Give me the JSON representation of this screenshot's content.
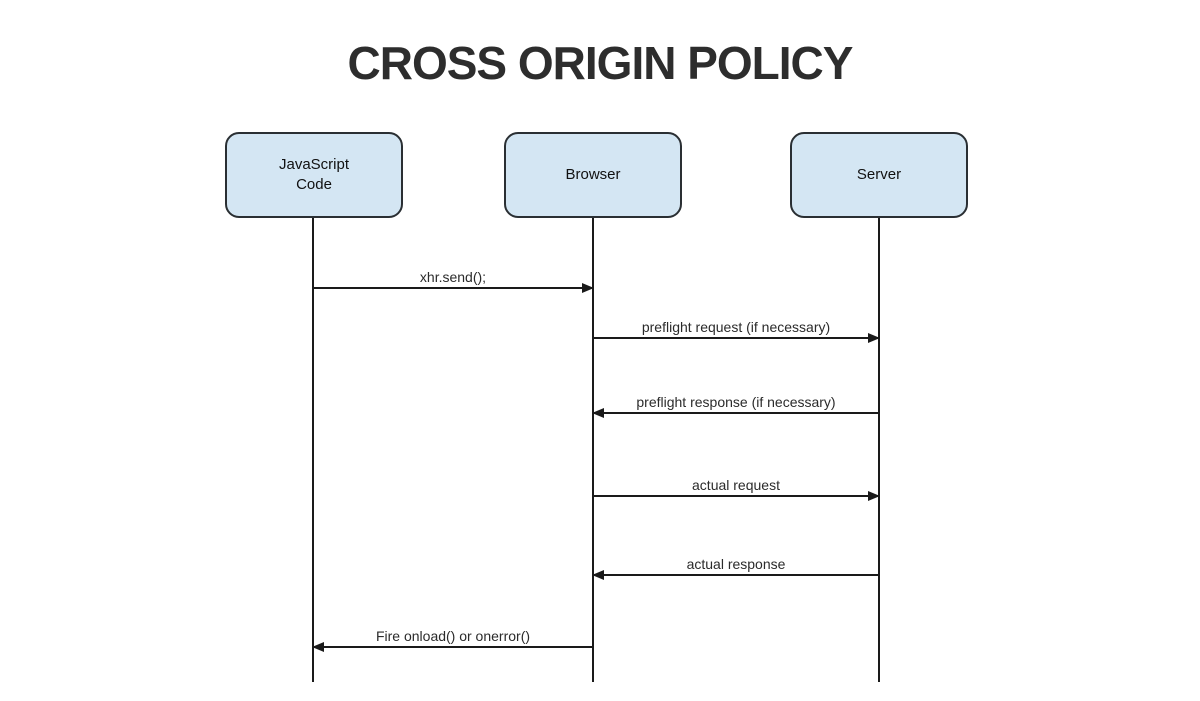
{
  "title": "CROSS ORIGIN POLICY",
  "diagram": {
    "type": "sequence-diagram",
    "actors": [
      {
        "id": "javascript-code",
        "label": "JavaScript\nCode"
      },
      {
        "id": "browser",
        "label": "Browser"
      },
      {
        "id": "server",
        "label": "Server"
      }
    ],
    "messages": [
      {
        "from": "javascript-code",
        "to": "browser",
        "direction": "right",
        "label": "xhr.send();"
      },
      {
        "from": "browser",
        "to": "server",
        "direction": "right",
        "label": "preflight request (if necessary)"
      },
      {
        "from": "server",
        "to": "browser",
        "direction": "left",
        "label": "preflight response (if necessary)"
      },
      {
        "from": "browser",
        "to": "server",
        "direction": "right",
        "label": "actual request"
      },
      {
        "from": "server",
        "to": "browser",
        "direction": "left",
        "label": "actual response"
      },
      {
        "from": "browser",
        "to": "javascript-code",
        "direction": "left",
        "label": "Fire onload() or onerror()"
      }
    ],
    "colors": {
      "actor_fill": "#d4e6f3",
      "actor_border": "#2a2f33",
      "line": "#1a1a1a",
      "title_text": "#2d2d2d",
      "label_text": "#2b2b2b",
      "background": "#ffffff"
    }
  }
}
